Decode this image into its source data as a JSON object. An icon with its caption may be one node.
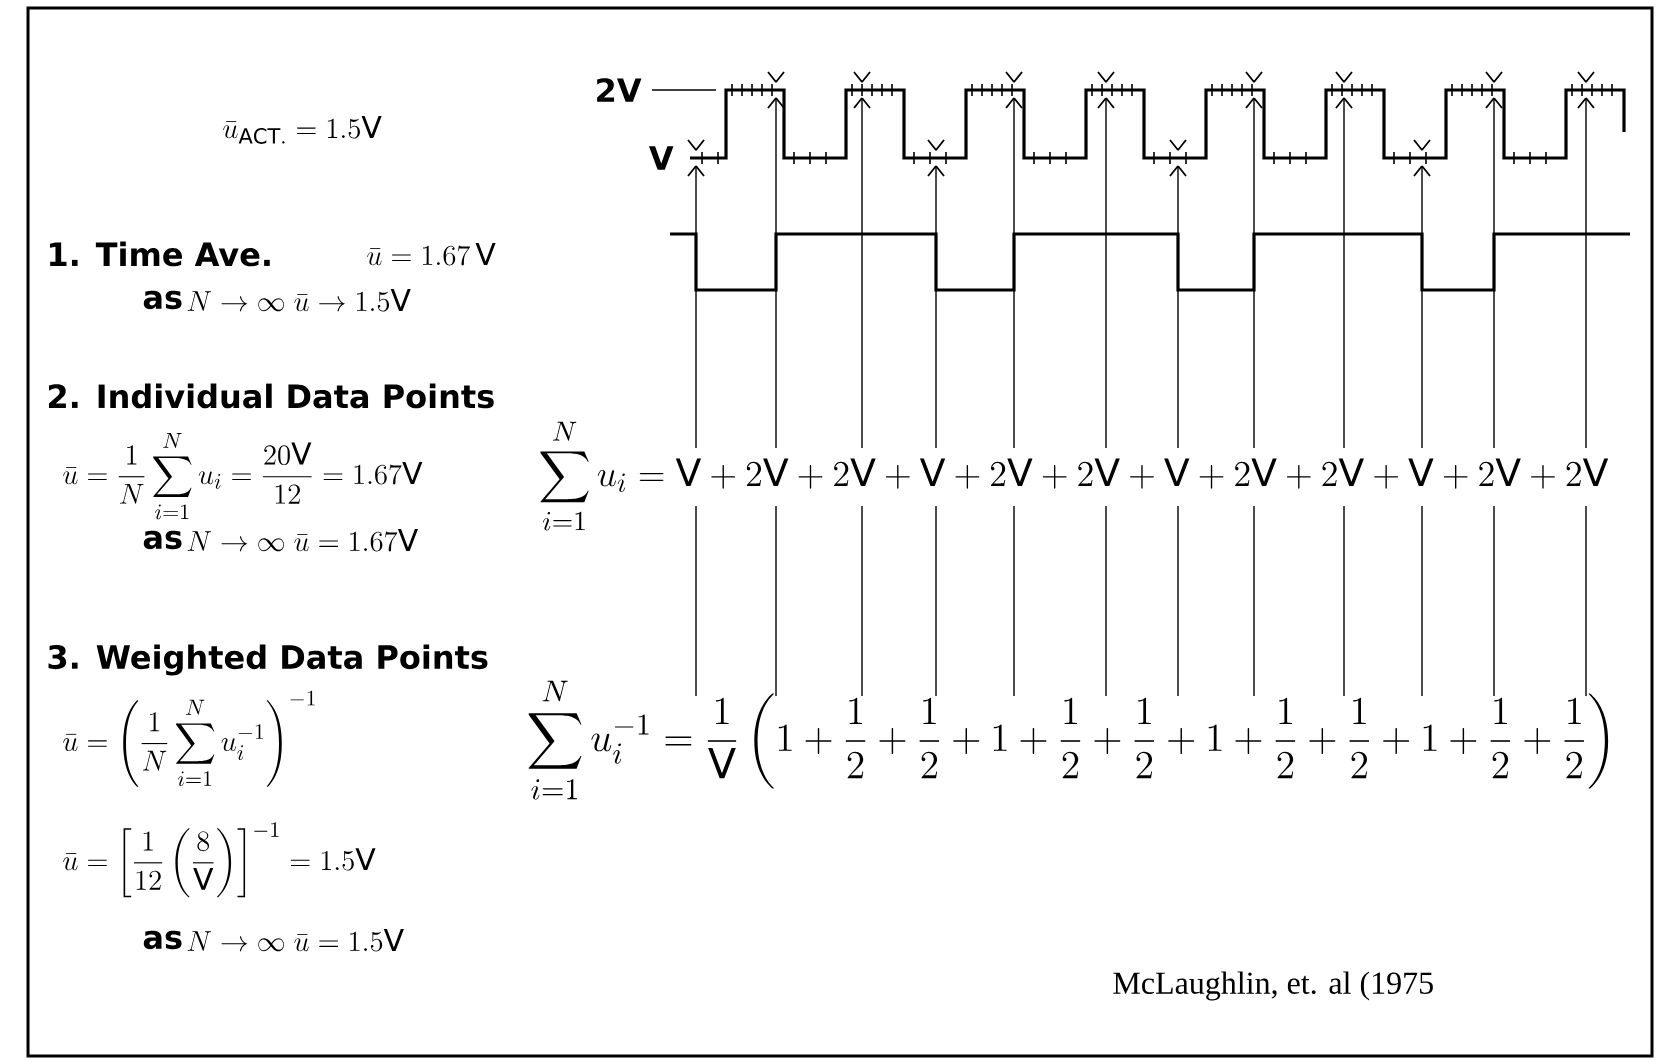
{
  "diagram": {
    "caption": "McLaughlin, et. al (1975",
    "labels": [
      "\\bar{u}_{\\mathrm{ACT.}}=1.5\\mathrm{V}",
      "2V",
      "V",
      "1. Time Ave.",
      "\\bar{u}=1.67\\,\\mathrm{V}",
      "as",
      "N\\rightarrow\\infty\\;\\bar{u}\\rightarrow1.5\\mathrm{V}",
      "2. Individual Data Points",
      "\\bar{u}=\\frac{1}{N}\\sum_{i=1}^{N}u_i=\\frac{20\\mathrm{V}}{12}=1.67\\mathrm{V}",
      "\\sum_{i=1}^{N}u_i=\\mathrm{V}+2\\mathrm{V}+2\\mathrm{V}+\\mathrm{V}+2\\mathrm{V}+2\\mathrm{V}+\\mathrm{V}+2\\mathrm{V}+2\\mathrm{V}+\\mathrm{V}+2\\mathrm{V}+2\\mathrm{V}",
      "as",
      "N\\rightarrow\\infty\\;\\bar{u}=1.67\\mathrm{V}",
      "3. Weighted Data Points",
      "\\bar{u}=\\left(\\frac{1}{N}\\sum_{i=1}^{N}u_i^{-1}\\right)^{-1}",
      "\\sum_{i=1}^{N}u_i^{-1}=\\frac{1}{\\mathrm{V}}\\left(1+\\frac{1}{2}+\\frac{1}{2}+1+\\frac{1}{2}+\\frac{1}{2}+1+\\frac{1}{2}+\\frac{1}{2}+1+\\frac{1}{2}+\\frac{1}{2}\\right)",
      "\\bar{u}=\\left[\\frac{1}{12}\\left(\\frac{8}{\\mathrm{V}}\\right)\\right]^{-1}=1.5\\mathrm{V}",
      "as",
      "N\\rightarrow\\infty\\;\\bar{u}=1.5\\mathrm{V}"
    ]
  }
}
